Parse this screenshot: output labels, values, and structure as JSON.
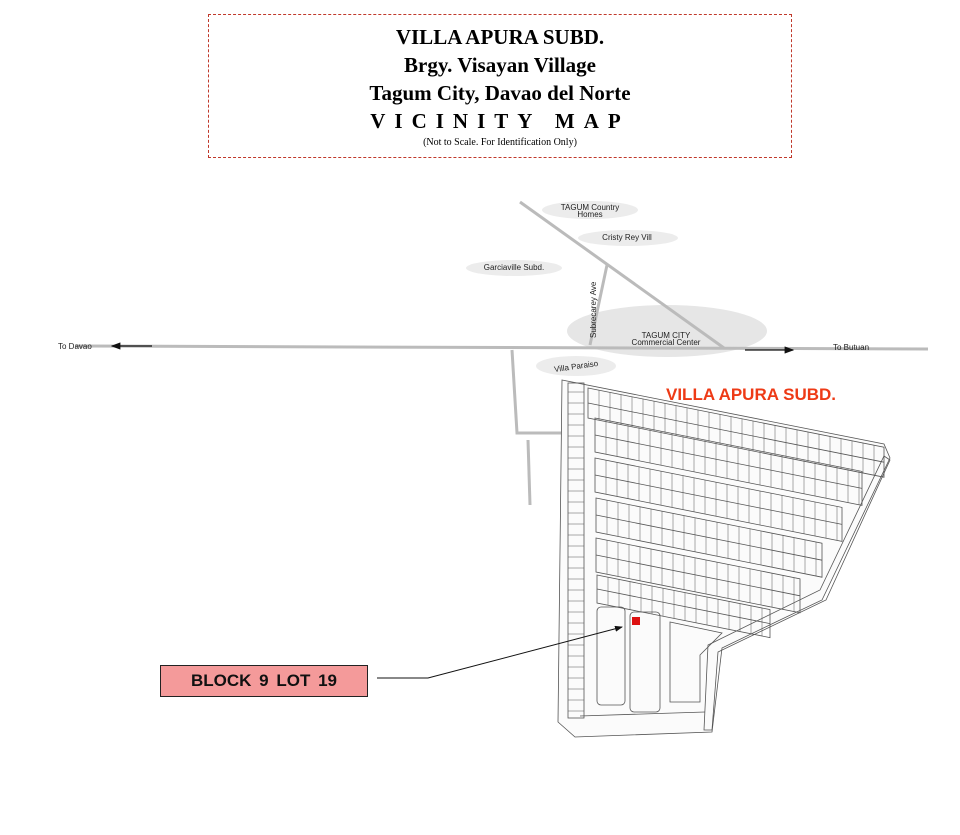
{
  "header": {
    "line1": "VILLA APURA SUBD.",
    "line2": "Brgy. Visayan Village",
    "line3": "Tagum City, Davao del Norte",
    "line4": "VICINITY MAP",
    "note": "(Not to Scale. For Identification Only)"
  },
  "map": {
    "places": {
      "tagum_country_homes_1": "TAGUM Country",
      "tagum_country_homes_2": "Homes",
      "cristy_rey": "Cristy Rey Vill",
      "garciaville": "Garciaville Subd.",
      "commercial_1": "TAGUM CITY",
      "commercial_2": "Commercial Center",
      "villa_paraiso": "Villa Paraiso"
    },
    "roads": {
      "to_davao": "To Davao",
      "to_butuan": "To Butuan",
      "avenue": "Subrecarey Ave"
    },
    "subdivision_title": "VILLA APURA SUBD.",
    "highlight_color": "#dd1111",
    "callout": "BLOCK 9  LOT 19"
  }
}
